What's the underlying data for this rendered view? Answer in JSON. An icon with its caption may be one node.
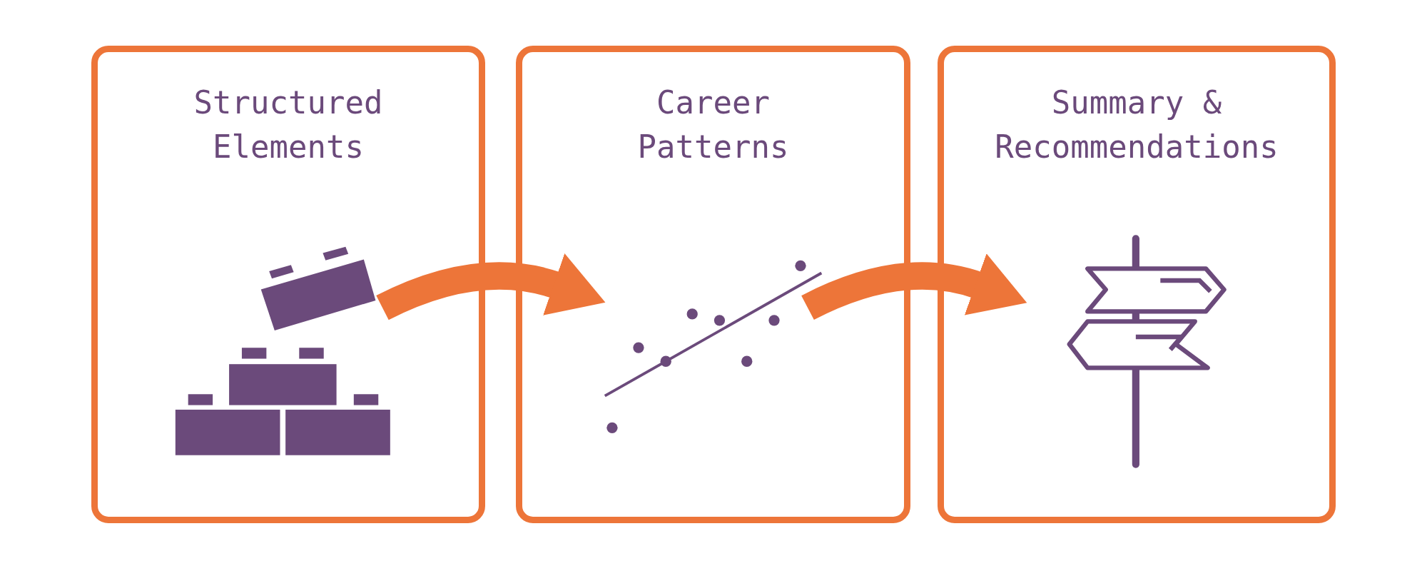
{
  "diagram": {
    "nodes": [
      {
        "text": [
          "Structured Elements"
        ]
      },
      {
        "text": [
          "Career Patterns"
        ]
      },
      {
        "text": [
          "Summary & Recommendations"
        ]
      }
    ],
    "edges": [
      {
        "from": 0,
        "to": 1,
        "arrow": "to"
      },
      {
        "from": 1,
        "to": 2,
        "arrow": "to"
      }
    ]
  }
}
